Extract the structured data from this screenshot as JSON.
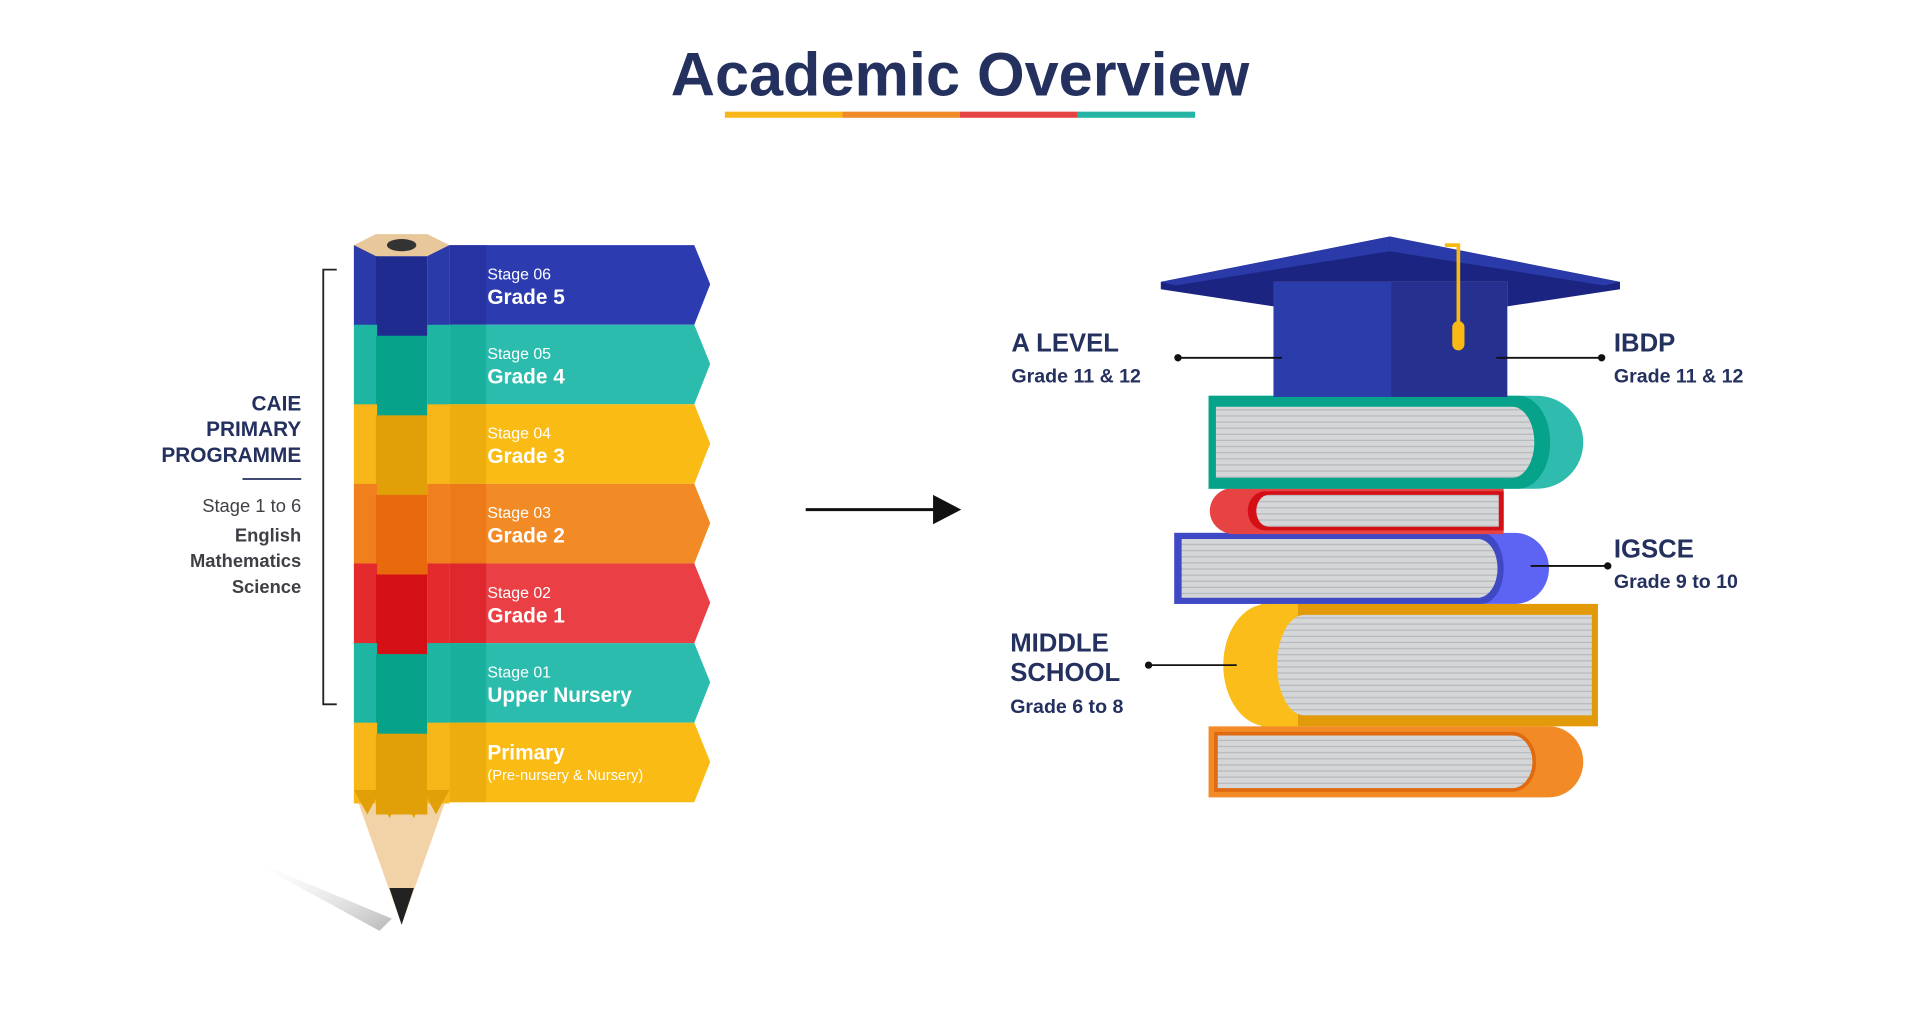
{
  "title": "Academic Overview",
  "colors": {
    "navy": "#24305e",
    "yellow": "#f7b718",
    "orange": "#f08a24",
    "red": "#e84343",
    "teal": "#26b5a5",
    "blue": "#2a3aa8"
  },
  "caie": {
    "heading": [
      "CAIE",
      "PRIMARY",
      "PROGRAMME"
    ],
    "stages": "Stage 1 to 6",
    "subjects": [
      "English",
      "Mathematics",
      "Science"
    ]
  },
  "pencil_bands": [
    {
      "stage": "Stage 06",
      "grade": "Grade 5"
    },
    {
      "stage": "Stage 05",
      "grade": "Grade 4"
    },
    {
      "stage": "Stage 04",
      "grade": "Grade 3"
    },
    {
      "stage": "Stage 03",
      "grade": "Grade 2"
    },
    {
      "stage": "Stage 02",
      "grade": "Grade 1"
    },
    {
      "stage": "Stage 01",
      "grade": "Upper Nursery"
    },
    {
      "grade": "Primary",
      "note": "(Pre-nursery & Nursery)"
    }
  ],
  "books": {
    "a_level": {
      "title": "A  LEVEL",
      "grades": "Grade 11 & 12"
    },
    "ibdp": {
      "title": "IBDP",
      "grades": "Grade 11 & 12"
    },
    "igsce": {
      "title": "IGSCE",
      "grades": "Grade 9 to 10"
    },
    "middle": {
      "title": [
        "MIDDLE",
        "SCHOOL"
      ],
      "grades": "Grade 6 to 8"
    }
  }
}
